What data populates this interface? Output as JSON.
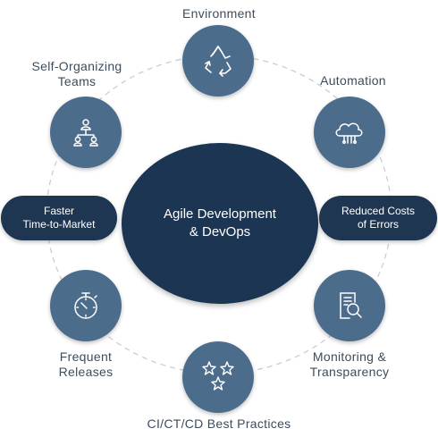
{
  "center": {
    "line1": "Agile Development",
    "line2": "& DevOps"
  },
  "nodes": {
    "environment": {
      "label": "Environment",
      "icon": "recycle-icon"
    },
    "automation": {
      "label": "Automation",
      "icon": "cloud-circuit-icon"
    },
    "monitoring": {
      "label1": "Monitoring &",
      "label2": "Transparency",
      "icon": "document-search-icon"
    },
    "cicd": {
      "label": "CI/CT/CD Best Practices",
      "icon": "stars-icon"
    },
    "releases": {
      "label1": "Frequent",
      "label2": "Releases",
      "icon": "stopwatch-icon"
    },
    "teams": {
      "label1": "Self-Organizing",
      "label2": "Teams",
      "icon": "team-hierarchy-icon"
    }
  },
  "pills": {
    "left": {
      "line1": "Faster",
      "line2": "Time-to-Market"
    },
    "right": {
      "line1": "Reduced Costs",
      "line2": "of Errors"
    }
  },
  "colors": {
    "center": "#1b3553",
    "node": "#4c6c8c",
    "pill": "#1f3652",
    "text": "#3d4c5c"
  }
}
